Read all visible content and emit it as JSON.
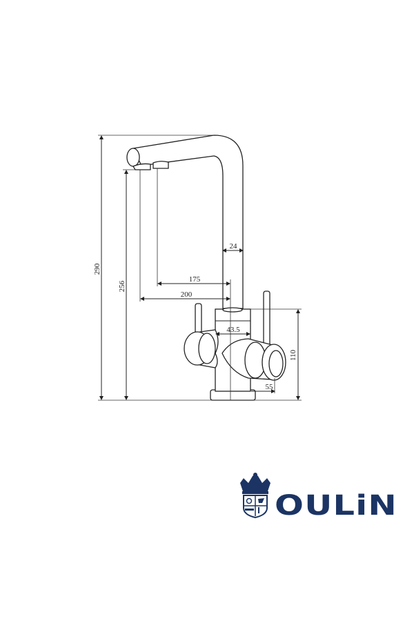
{
  "drawing": {
    "dimensions": {
      "total_height": "290",
      "spout_height": "256",
      "spout_diameter": "24",
      "reach_inner": "175",
      "reach_outer": "200",
      "body_diameter": "43.5",
      "body_height": "110",
      "handle_offset": "55"
    }
  },
  "logo": {
    "brand_text": "OULiN",
    "color": "#1b3464"
  }
}
